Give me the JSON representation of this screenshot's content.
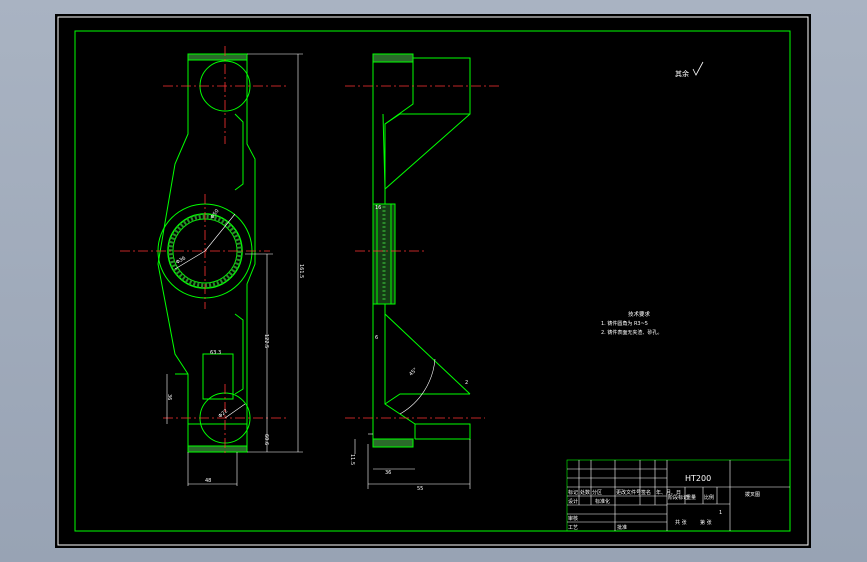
{
  "drawing": {
    "background_color": "#000000",
    "outer_bg_color": "#a3adbd",
    "line_color": "#00ff00",
    "center_line_color": "#ff3333",
    "dim_color": "#ffffff"
  },
  "annotations": {
    "roughness": "其余",
    "notes_title": "技术要求",
    "note_1": "1. 铸件圆角为 R3~5",
    "note_2": "2. 铸件表面无夹渣、砂孔。"
  },
  "dimensions": {
    "overall_height": "161.5",
    "lower_height": "122.5",
    "bottom_length": "60.6",
    "top_offset": "63.3",
    "small_hole": "Φ22",
    "left_width": "36",
    "bottom_width": "48",
    "bore_dia_outer": "Φ50",
    "bore_dia_inner": "Φ36",
    "side_width_top": "16",
    "side_width": "6",
    "side_bottom": "36",
    "side_overall": "55",
    "angle": "45°",
    "small_side": "2",
    "bottom_side": "11.5"
  },
  "title_block": {
    "material": "HT200",
    "part_name": "拨叉图",
    "row_labels": [
      "标记",
      "处数",
      "分区",
      "更改文件号",
      "签名",
      "年、月、日"
    ],
    "designer_label": "设计",
    "standard_label": "标准化",
    "review_label": "审核",
    "process_label": "工艺",
    "approve_label": "批准",
    "stage_label": "阶段标记",
    "weight_label": "重量",
    "scale_label": "比例",
    "sheet_count": "共 张",
    "sheet_no": "第 张",
    "scale_value": "1"
  }
}
